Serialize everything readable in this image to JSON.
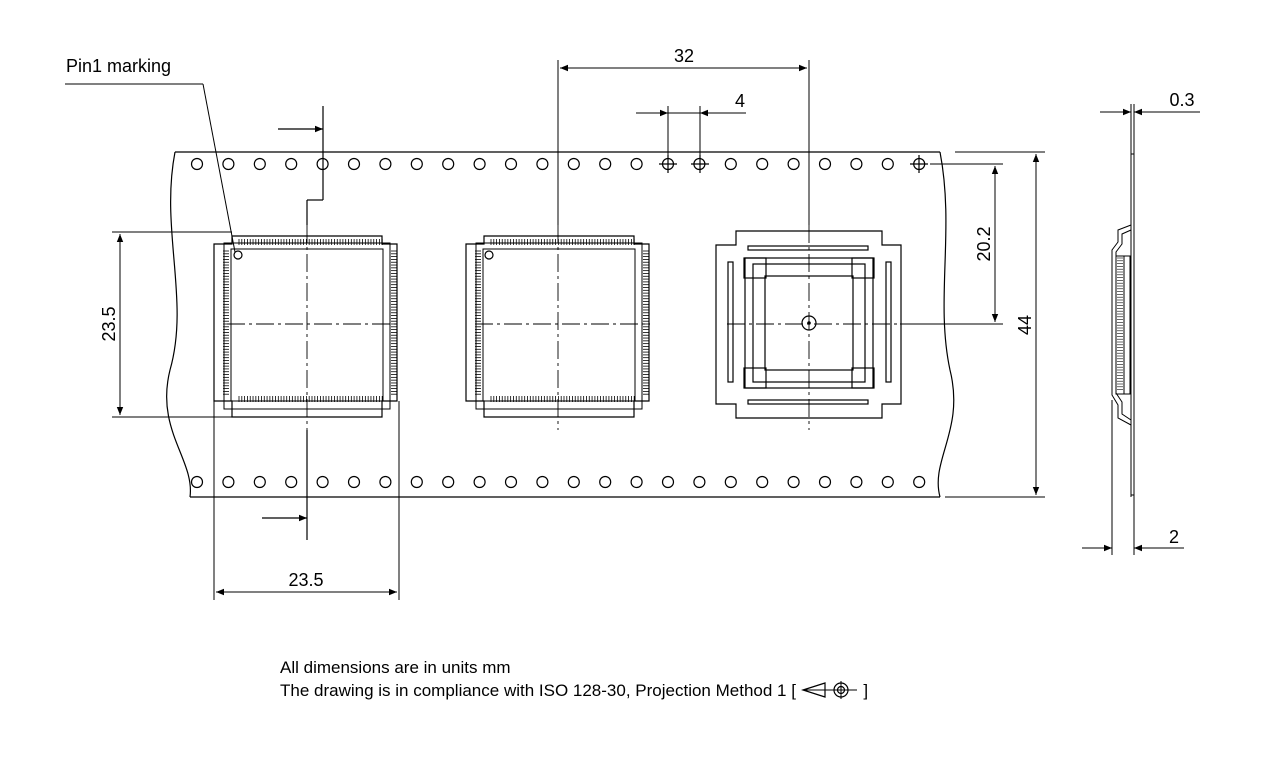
{
  "labels": {
    "pin1_marking": "Pin1 marking",
    "dim_pitch_32": "32",
    "dim_hole_pitch_4": "4",
    "dim_thickness_0_3": "0.3",
    "dim_hole_to_center_20_2": "20.2",
    "dim_tape_width_44": "44",
    "dim_package_height_23_5": "23.5",
    "dim_package_width_23_5": "23.5",
    "dim_cavity_depth_2": "2"
  },
  "notes": {
    "units": "All dimensions are in units mm",
    "compliance": "The drawing is in compliance with ISO 128-30, Projection Method 1 ["
  },
  "notes_suffix": "]",
  "icons": {
    "projection_symbol": "first-angle-projection-icon"
  },
  "colors": {
    "line": "#000000",
    "background": "#ffffff"
  }
}
